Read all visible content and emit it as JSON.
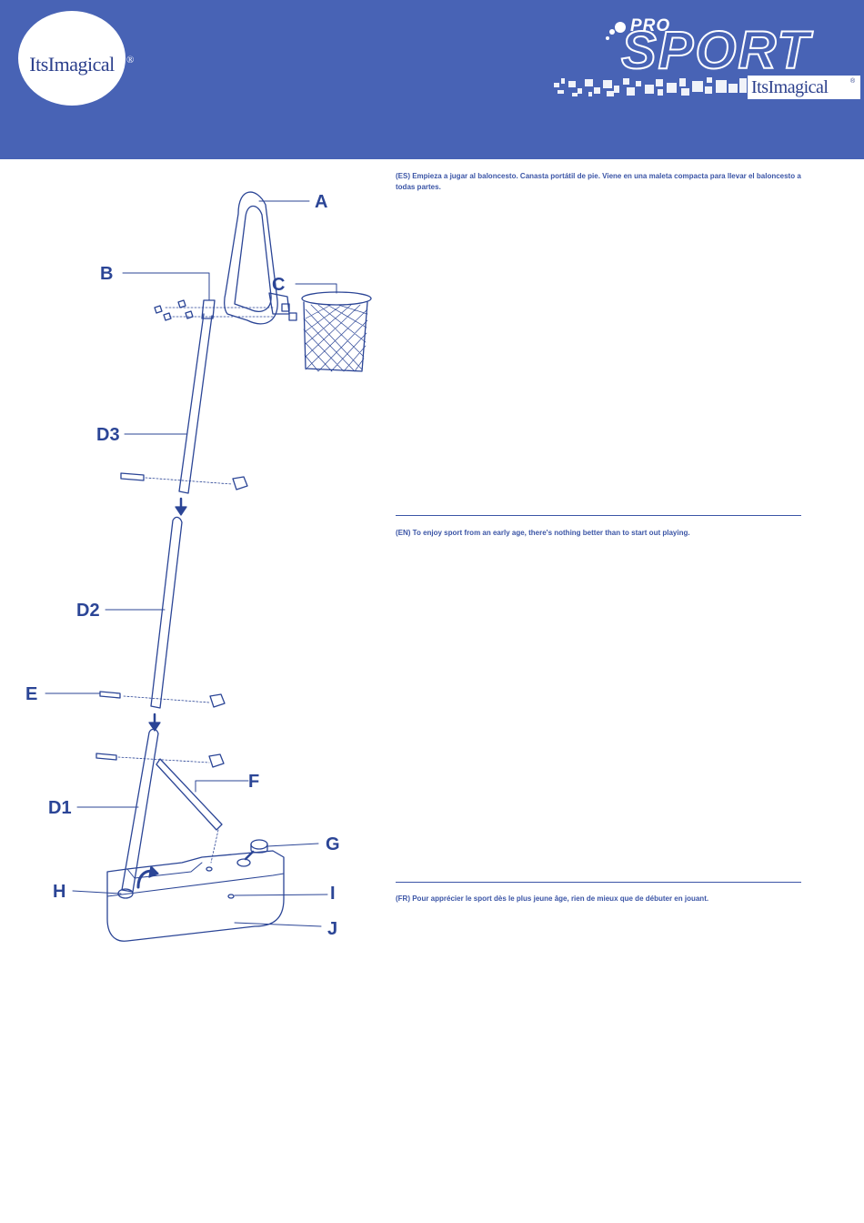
{
  "header": {
    "logo_text": "ItsImagical",
    "logo_registered": "®",
    "pro_label": "PRO",
    "sport_label": "SPORT",
    "brand_text": "ItsImagical",
    "brand_registered": "®"
  },
  "diagram": {
    "labels": {
      "A": "A",
      "B": "B",
      "C": "C",
      "D3": "D3",
      "D2": "D2",
      "E": "E",
      "D1": "D1",
      "F": "F",
      "G": "G",
      "H": "H",
      "I": "I",
      "J": "J"
    }
  },
  "sections": {
    "es": {
      "code": "ES",
      "text": "(ES) Empieza a jugar al baloncesto. Canasta portátil de pie. Viene en una maleta compacta para llevar el baloncesto a todas partes."
    },
    "en": {
      "code": "EN",
      "text": "(EN) To enjoy sport from an early age, there's nothing better than to start out playing."
    },
    "fr": {
      "code": "FR",
      "text": "(FR) Pour apprécier le sport dès le plus jeune âge, rien de mieux que de débuter en jouant."
    }
  },
  "colors": {
    "brand_blue": "#4863b5",
    "ink_blue": "#2b4596",
    "white": "#ffffff"
  }
}
